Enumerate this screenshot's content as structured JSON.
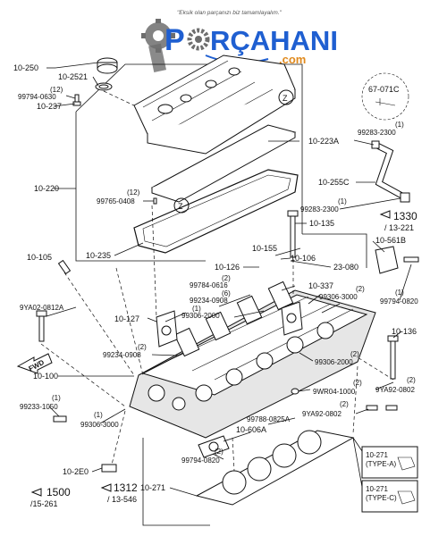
{
  "watermark": {
    "tagline": "\"Eksik olan parçanızı biz tamamlayalım.\"",
    "brand_left": "P",
    "brand_mid": "RÇAHANI",
    "brand_com": ".com",
    "colors": {
      "blue": "#1f5fd1",
      "orange": "#e08a1e",
      "gray": "#6d6d6d"
    }
  },
  "labels": {
    "l_10_250": "10-250",
    "l_10_2521": "10-2521",
    "l_12a": "(12)",
    "l_99794_0630": "99794-0630",
    "l_10_237": "10-237",
    "l_67_071c": "67-071C",
    "l_1a": "(1)",
    "l_99283_2300a": "99283-2300",
    "l_10_223a": "10-223A",
    "l_10_220": "10-220",
    "l_12b": "(12)",
    "l_99765_0408": "99765-0408",
    "l_10_255c": "10-255C",
    "l_1b": "(1)",
    "l_99283_2300b": "99283-2300",
    "l_1330": "1330",
    "l_13_221": "/ 13-221",
    "l_10_135": "10-135",
    "l_10_235": "10-235",
    "l_10_155": "10-155",
    "l_10_106": "10-106",
    "l_10_105": "10-105",
    "l_10_126": "10-126",
    "l_23_080": "23-080",
    "l_10_561b": "10-561B",
    "l_2a": "(2)",
    "l_99784_0616": "99784-0616",
    "l_10_337": "10-337",
    "l_9ya02_0812a": "9YA02-0812A",
    "l_6": "(6)",
    "l_99234_0908a": "99234-0908",
    "l_2b": "(2)",
    "l_99306_3000a": "99306-3000",
    "l_1c": "(1)",
    "l_99794_0820a": "99794-0820",
    "l_10_127": "10-127",
    "l_1d": "(1)",
    "l_99306_2000a": "99306-2000",
    "l_10_136": "10-136",
    "l_2c": "(2)",
    "l_99234_0908b": "99234-0908",
    "l_2d": "(2)",
    "l_99306_2000b": "99306-2000",
    "l_10_100": "10-100",
    "l_2e": "(2)",
    "l_9wr04_1000": "9WR04-1000",
    "l_2f": "(2)",
    "l_9ya92_0802a": "9YA92-0802",
    "l_fwd": "FWD",
    "l_1e": "(1)",
    "l_99233_1050": "99233-1050",
    "l_2g": "(2)",
    "l_9ya92_0802b": "9YA92-0802",
    "l_1f": "(1)",
    "l_99306_3000b": "99306-3000",
    "l_99788_0825a": "99788-0825A",
    "l_10_606a": "10-606A",
    "l_2h": "(2)",
    "l_99794_0820b": "99794-0820",
    "l_10_2e0": "10-2E0",
    "l_1500": "1500",
    "l_15_261": "/15-261",
    "l_1312": "1312",
    "l_13_546": "/ 13-546",
    "l_10_271": "10-271",
    "l_10_271_a": "10-271",
    "l_type_a": "(TYPE-A)",
    "l_10_271_c": "10-271",
    "l_type_c": "(TYPE-C)",
    "l_z1": "Z",
    "l_z2": "Z"
  }
}
